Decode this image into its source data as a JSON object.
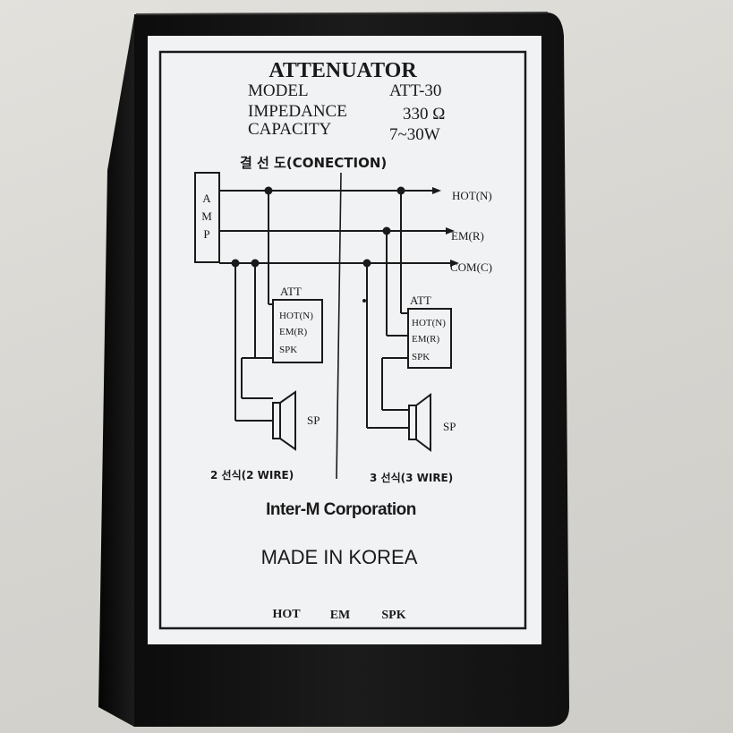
{
  "label": {
    "title": "ATTENUATOR",
    "specs": [
      {
        "key": "MODEL",
        "value": "ATT-30"
      },
      {
        "key": "IMPEDANCE",
        "value": "330 Ω"
      },
      {
        "key": "CAPACITY",
        "value": "7~30W"
      }
    ],
    "connection_heading": "결 선 도(CONECTION)",
    "amp_letters": [
      "A",
      "M",
      "P"
    ],
    "lines": {
      "hot": "HOT(N)",
      "em": "EM(R)",
      "com": "COM(C)"
    },
    "att_box": {
      "title": "ATT",
      "rows": [
        "HOT(N)",
        "EM(R)",
        "SPK"
      ]
    },
    "speaker_label": "SP",
    "wiring_2": "2 선식(2 WIRE)",
    "wiring_3": "3 선식(3 WIRE)",
    "maker": "Inter-M Corporation",
    "origin": "MADE IN KOREA",
    "terminals": [
      "HOT",
      "EM",
      "SPK"
    ]
  },
  "colors": {
    "device_body": "#141414",
    "label_bg": "#f2f3f5",
    "ink": "#1a1a1a"
  }
}
